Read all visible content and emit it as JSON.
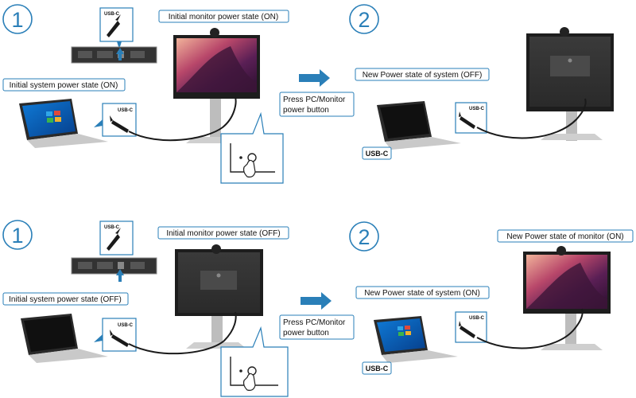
{
  "colors": {
    "accent": "#2a7fb8",
    "arrow": "#2a7fb8",
    "cable": "#1a1a1a"
  },
  "top": {
    "step1": "1",
    "step2": "2",
    "usbc_dock": "USB-C",
    "usbc_laptop": "USB-C",
    "usbc_right": "USB-C",
    "usbc_right_port": "USB-C",
    "monitor_initial": "Initial monitor power state (ON)",
    "system_initial": "Initial system power state (ON)",
    "press_line1": "Press PC/Monitor",
    "press_line2": "power button",
    "system_new": "New Power state of system (OFF)"
  },
  "bottom": {
    "step1": "1",
    "step2": "2",
    "usbc_dock": "USB-C",
    "usbc_laptop": "USB-C",
    "usbc_right": "USB-C",
    "usbc_right_port": "USB-C",
    "monitor_initial": "Initial monitor power state (OFF)",
    "system_initial": "Initial system power state (OFF)",
    "press_line1": "Press PC/Monitor",
    "press_line2": "power button",
    "system_new": "New Power state of system (ON)",
    "monitor_new": "New Power state of monitor (ON)"
  }
}
